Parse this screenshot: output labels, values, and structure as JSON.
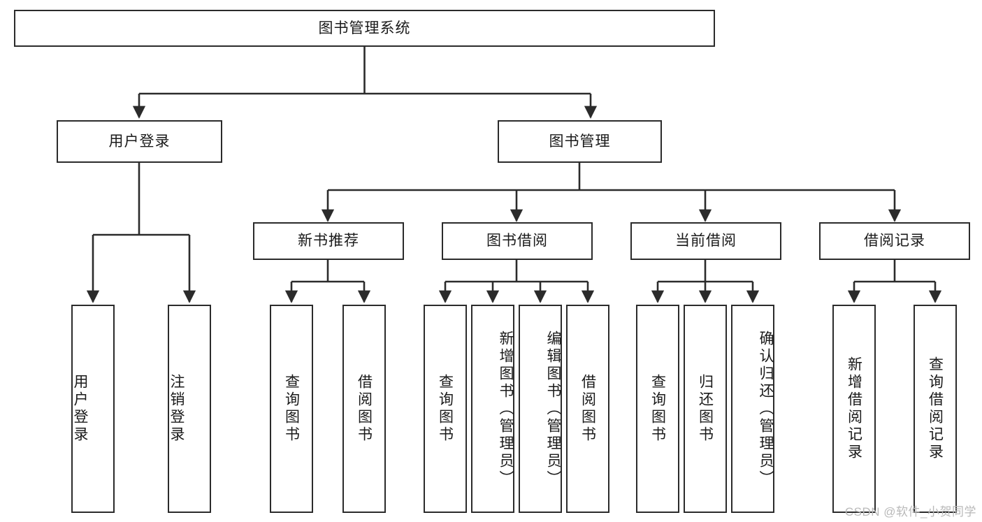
{
  "diagram": {
    "title": "图书管理系统",
    "watermark": "CSDN @软件_小贺同学",
    "colors": {
      "border": "#2b2b2b",
      "background": "#ffffff",
      "text": "#1a1a1a",
      "watermark": "#b9b9b9"
    },
    "root": {
      "label": "图书管理系统"
    },
    "level2": [
      {
        "label": "用户登录"
      },
      {
        "label": "图书管理"
      }
    ],
    "level3": [
      {
        "label": "新书推荐"
      },
      {
        "label": "图书借阅"
      },
      {
        "label": "当前借阅"
      },
      {
        "label": "借阅记录"
      }
    ],
    "leaves": {
      "user_login": [
        {
          "label": "用户登录"
        },
        {
          "label": "注销登录"
        }
      ],
      "new_book_recommend": [
        {
          "label": "查询图书"
        },
        {
          "label": "借阅图书"
        }
      ],
      "book_borrow": [
        {
          "label": "查询图书"
        },
        {
          "label": "新增图书（管理员）"
        },
        {
          "label": "编辑图书（管理员）"
        },
        {
          "label": "借阅图书"
        }
      ],
      "current_borrow": [
        {
          "label": "查询图书"
        },
        {
          "label": "归还图书"
        },
        {
          "label": "确认归还（管理员）"
        }
      ],
      "borrow_record": [
        {
          "label": "新增借阅记录"
        },
        {
          "label": "查询借阅记录"
        }
      ]
    }
  }
}
